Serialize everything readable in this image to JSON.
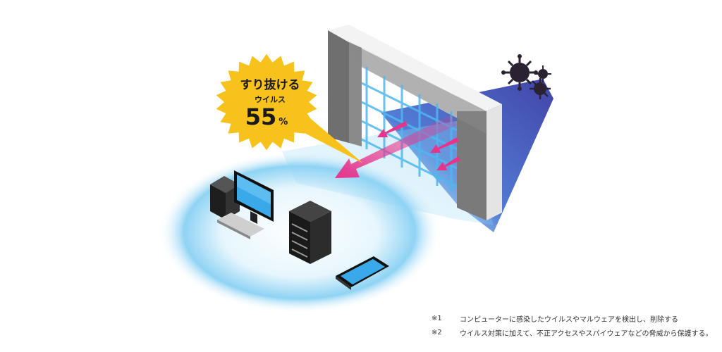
{
  "badge": {
    "line1": "すり抜ける",
    "line2": "ウイルス",
    "value": "55",
    "unit": "%"
  },
  "notes": [
    {
      "mark": "※1",
      "text": "コンピューターに感染したウイルスやマルウェアを検出し、削除する"
    },
    {
      "mark": "※2",
      "text": "ウイルス対策に加えて、不正アクセスやスパイウェアなどの脅威から保護する。"
    }
  ],
  "colors": {
    "badge_fill": "#f7c21c",
    "arrow_pink": "#e8338a",
    "beam_blue": "#3a3fae",
    "net_blue": "#4db8f0",
    "halo_blue": "#8fd3f4"
  }
}
